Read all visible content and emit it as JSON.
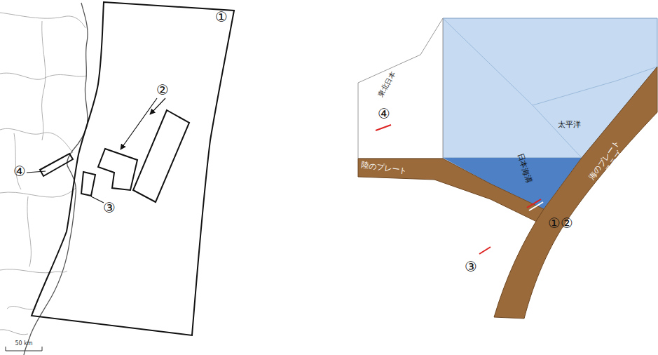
{
  "diagram": {
    "labels": [
      "①",
      "②",
      "③",
      "④",
      "50 km",
      "東北日本",
      "陸のプレート",
      "日本海溝",
      "太平洋",
      "海のプレート ＝スラブ",
      "④",
      "①②",
      "③"
    ]
  }
}
